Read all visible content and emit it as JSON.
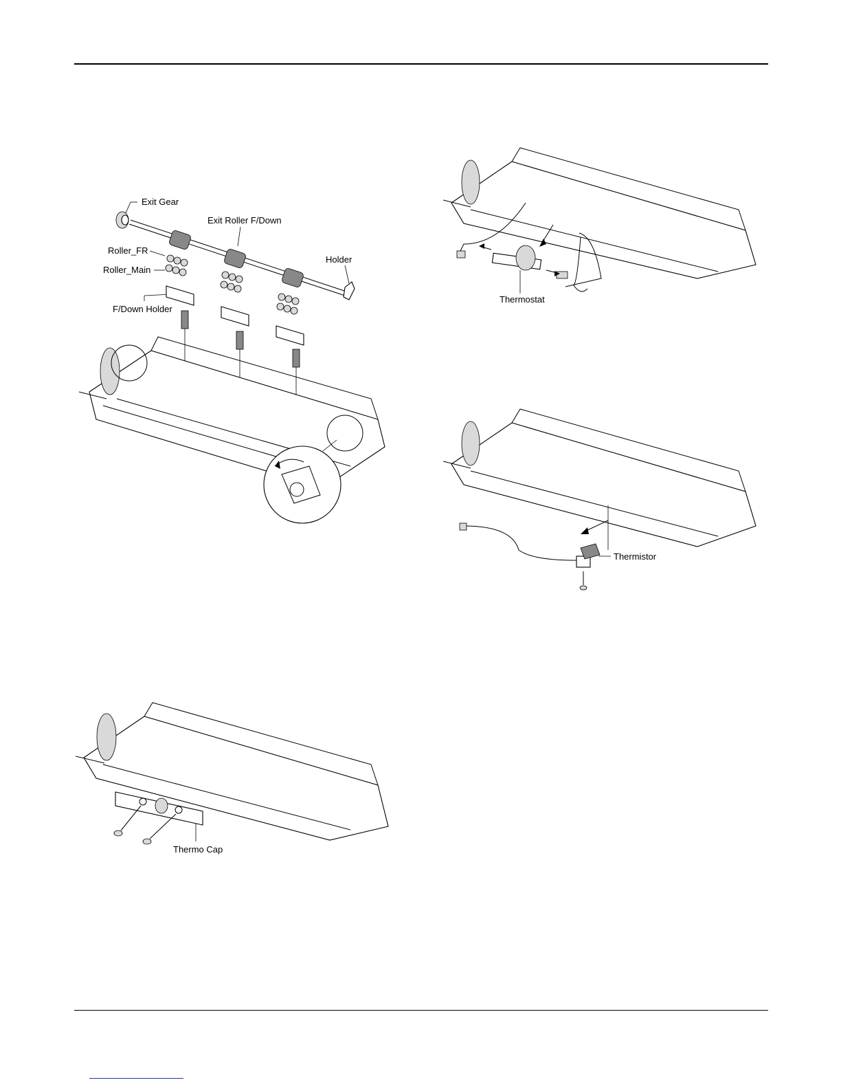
{
  "figure1": {
    "labels": {
      "exit_gear": "Exit Gear",
      "exit_roller": "Exit Roller F/Down",
      "roller_fr": "Roller_FR",
      "roller_main": "Roller_Main",
      "holder": "Holder",
      "fdown_holder": "F/Down Holder"
    }
  },
  "figure2": {
    "labels": {
      "thermostat": "Thermostat"
    }
  },
  "figure3": {
    "labels": {
      "thermistor": "Thermistor"
    }
  },
  "figure4": {
    "labels": {
      "thermo_cap": "Thermo Cap"
    }
  }
}
